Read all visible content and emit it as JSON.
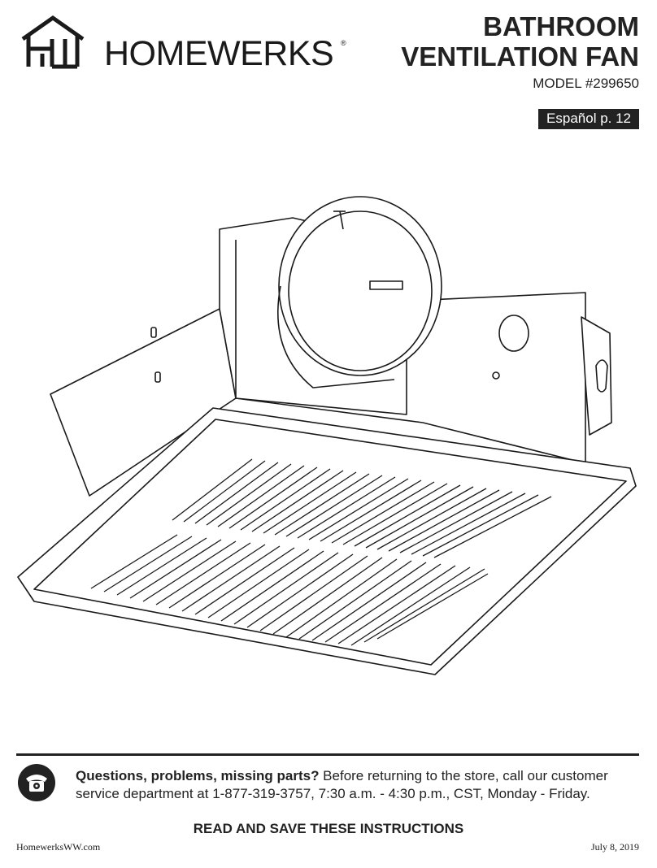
{
  "brand": {
    "name": "HOMEWERKS",
    "registered": "®"
  },
  "header": {
    "title_line1": "BATHROOM",
    "title_line2": "VENTILATION FAN",
    "model": "MODEL #299650",
    "spanish_link": "Español p. 12"
  },
  "illustration": {
    "subject": "bathroom-ventilation-fan-line-drawing"
  },
  "help": {
    "bold": "Questions, problems, missing parts?",
    "text": " Before returning to the store, call our customer service department at 1-877-319-3757, 7:30 a.m. - 4:30 p.m., CST, Monday - Friday.",
    "icon": "telephone-icon"
  },
  "notice": "READ AND SAVE THESE INSTRUCTIONS",
  "footer": {
    "website": "HomewerksWW.com",
    "date": "July 8, 2019"
  }
}
